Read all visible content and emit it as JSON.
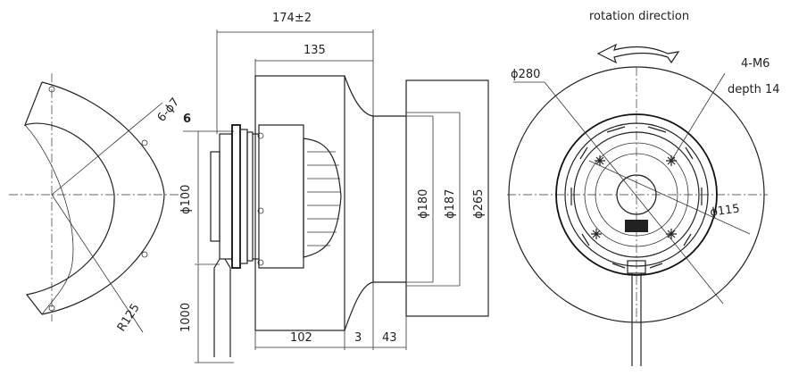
{
  "labels": {
    "width_total": "174±2",
    "width_impeller": "135",
    "flange_thk": "6",
    "dia_hub": "ϕ100",
    "dia_inlet1": "ϕ180",
    "dia_inlet2": "ϕ187",
    "dia_outer": "ϕ265",
    "cable_len": "1000",
    "w102": "102",
    "w3": "3",
    "w43": "43",
    "holes_side": "6-ϕ7",
    "radius": "R125",
    "rotation": "rotation direction",
    "dia_280": "ϕ280",
    "thread": "4-M6",
    "depth": "depth 14",
    "dia_115": "ϕ115"
  },
  "colors": {
    "line": "#222222",
    "background": "#ffffff"
  }
}
